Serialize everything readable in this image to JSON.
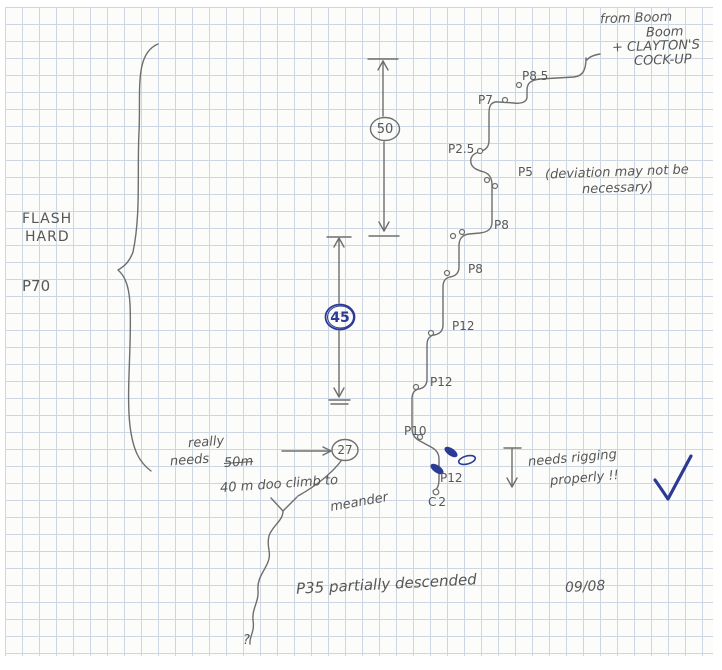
{
  "colors": {
    "pencil": "#6e6e6e",
    "pencil_dark": "#575757",
    "ink": "#2b3a94",
    "grid": "#cdd6e2",
    "paper": "#fcfcfb"
  },
  "top_note": {
    "line1": "from Boom",
    "line2": "Boom",
    "line3": "+ CLAYTON'S",
    "line4": "COCK-UP"
  },
  "left_label": {
    "flash": "FLASH",
    "hard": "HARD",
    "p70": "P70"
  },
  "measurements": {
    "m50": "50",
    "m45": "45",
    "m27": "27"
  },
  "pitches": {
    "p85": "P8.5",
    "p7": "P7",
    "p25": "P2.5",
    "p5": "P5",
    "p5_note": "(deviation may not be",
    "p5_note2": "necessary)",
    "p8a": "P8",
    "p8b": "P8",
    "p12a": "P12",
    "p12b": "P12",
    "p10": "P10",
    "p12c": "P12"
  },
  "notes": {
    "really": "really",
    "needs": "needs",
    "crossed": "50m",
    "forty": "40 m doo climb to",
    "meander": "meander",
    "rigging1": "needs rigging",
    "rigging2": "properly !!",
    "c2": "C2",
    "p35": "P35 partially descended",
    "date": "09/08",
    "question": "?"
  }
}
